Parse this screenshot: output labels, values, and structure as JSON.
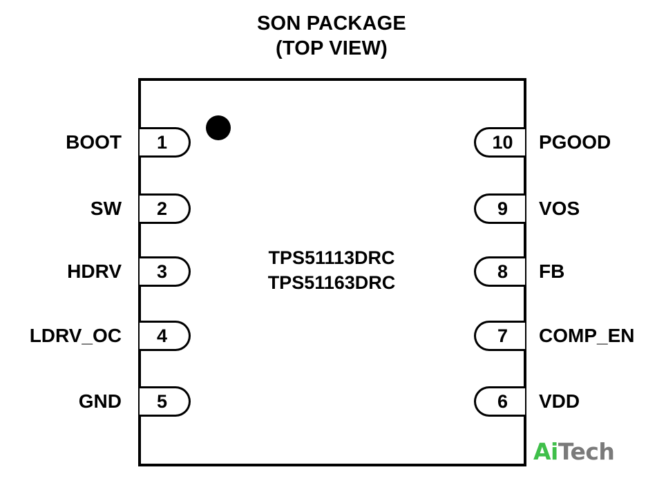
{
  "title": {
    "line1": "SON PACKAGE",
    "line2": "(TOP VIEW)"
  },
  "chip": {
    "part_numbers": [
      "TPS51113DRC",
      "TPS51163DRC"
    ]
  },
  "left_pins": [
    {
      "number": "1",
      "name": "BOOT"
    },
    {
      "number": "2",
      "name": "SW"
    },
    {
      "number": "3",
      "name": "HDRV"
    },
    {
      "number": "4",
      "name": "LDRV_OC"
    },
    {
      "number": "5",
      "name": "GND"
    }
  ],
  "right_pins": [
    {
      "number": "10",
      "name": "PGOOD"
    },
    {
      "number": "9",
      "name": "VOS"
    },
    {
      "number": "8",
      "name": "FB"
    },
    {
      "number": "7",
      "name": "COMP_EN"
    },
    {
      "number": "6",
      "name": "VDD"
    }
  ],
  "watermark": {
    "part1": "Ai",
    "part2": "Tech",
    "colors": {
      "part1": "#3fbf4a",
      "part2": "#7a7a7a"
    }
  }
}
